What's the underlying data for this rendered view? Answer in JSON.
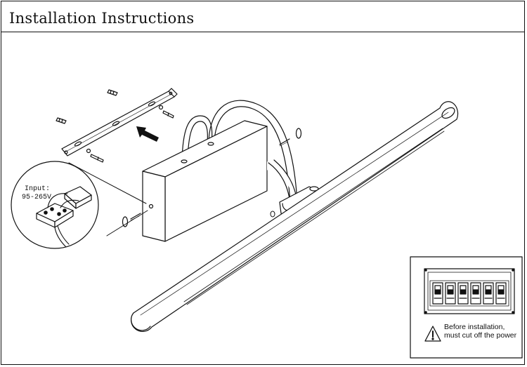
{
  "title": "Installation Instructions",
  "input_label": "Input:",
  "voltage_label": "95-265V",
  "warning_text": "Before installation, must cut off the power",
  "breaker_count": 6
}
